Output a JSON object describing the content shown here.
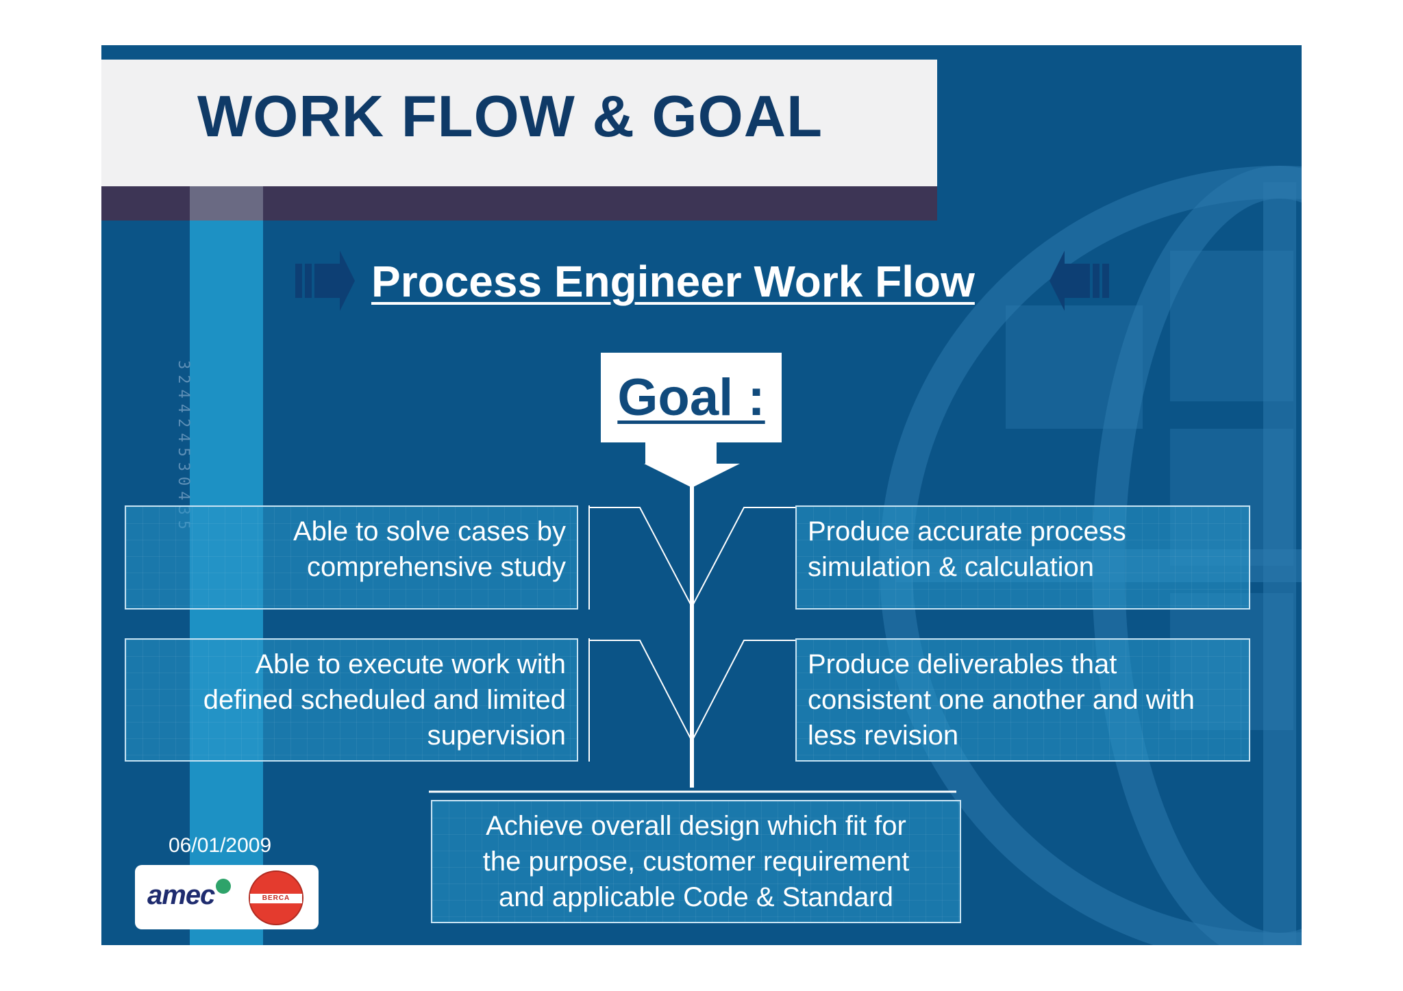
{
  "title": "WORK FLOW & GOAL",
  "subtitle": "Process Engineer Work Flow",
  "goal_label": "Goal :",
  "barcode_digits": "324424530435",
  "boxes": {
    "left_top": [
      "Able to solve cases by",
      "comprehensive study"
    ],
    "left_bottom": [
      "Able to execute work with",
      "defined scheduled and limited",
      "supervision"
    ],
    "right_top": [
      "Produce accurate process",
      "simulation & calculation"
    ],
    "right_bottom": [
      "Produce deliverables that",
      "consistent one another and with",
      "less revision"
    ],
    "bottom": [
      "Achieve overall design which fit for",
      "the purpose, customer requirement",
      "and applicable Code & Standard"
    ]
  },
  "date": "06/01/2009",
  "logos": {
    "amec": "amec",
    "berca": "BERCA"
  },
  "colors": {
    "background": "#0b5487",
    "title_band": "#f1f1f2",
    "title_text": "#0f3a67",
    "accent_stripe": "#1d91c4",
    "dark_band": "#3d3555"
  }
}
